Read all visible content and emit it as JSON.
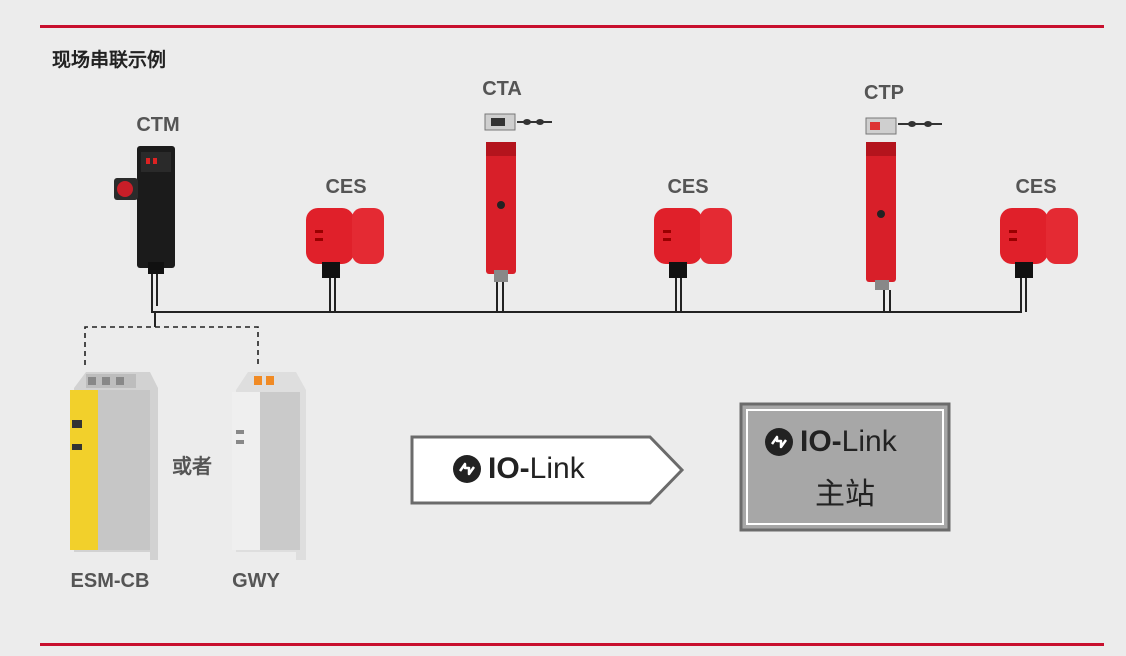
{
  "header": {
    "title": "现场串联示例"
  },
  "devices": {
    "ctm": "CTM",
    "ces1": "CES",
    "cta": "CTA",
    "ces2": "CES",
    "ctp": "CTP",
    "ces3": "CES",
    "esm": "ESM-CB",
    "gwy": "GWY"
  },
  "connector_or": "或者",
  "iolink_arrow": {
    "bold": "IO-",
    "rest": "Link"
  },
  "iolink_master": {
    "bold": "IO-",
    "rest": "Link",
    "sub": "主站"
  },
  "icons": [
    "iolink-logo-icon"
  ],
  "colors": {
    "accent_red": "#c8102e",
    "device_red": "#e0202a",
    "master_fill": "#a7a7a7",
    "frame_gray": "#6b6b6b"
  }
}
